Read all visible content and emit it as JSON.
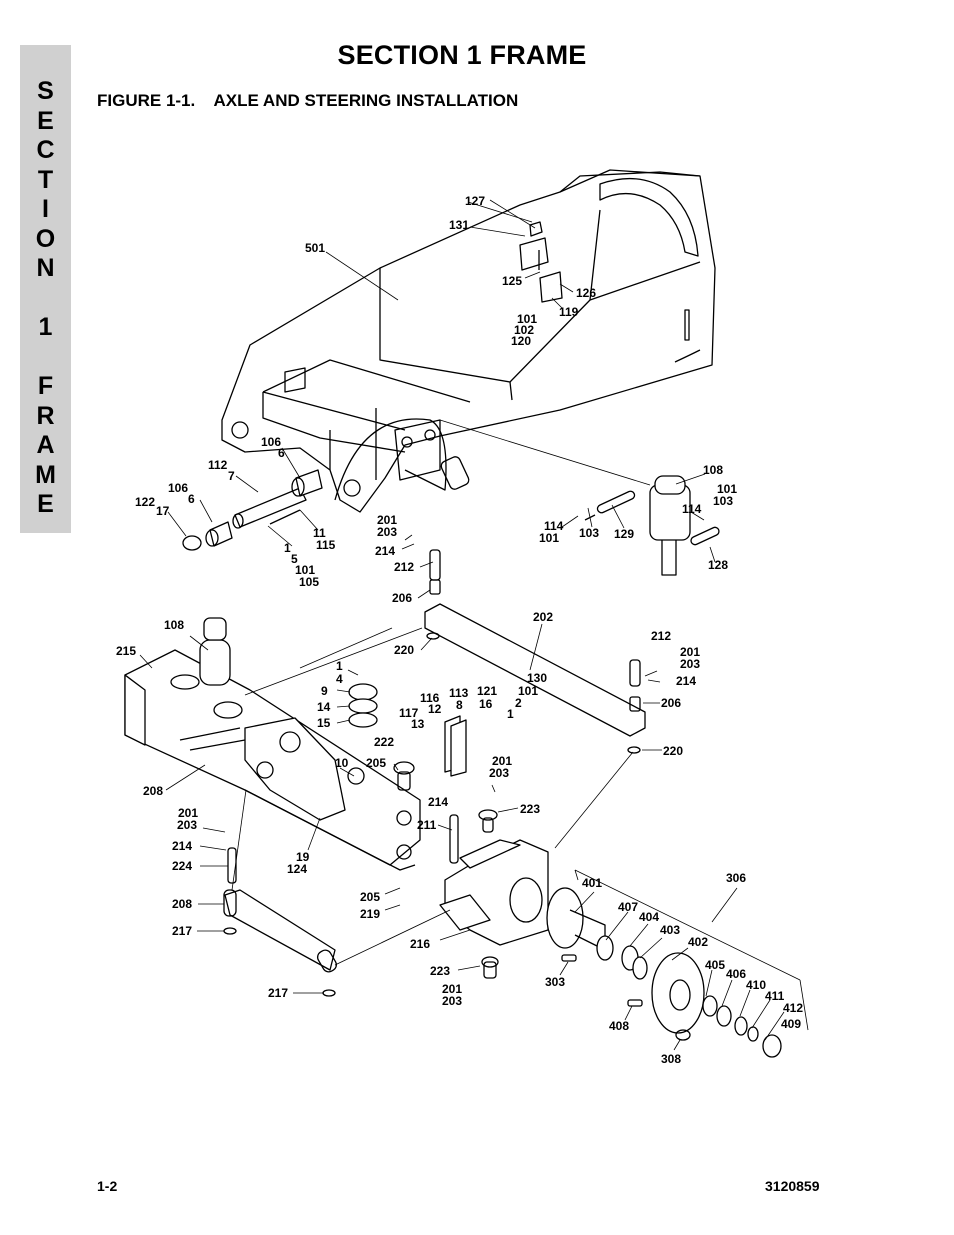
{
  "side_tab": {
    "letters": [
      "S",
      "E",
      "C",
      "T",
      "I",
      "O",
      "N",
      "",
      "1",
      "",
      "F",
      "R",
      "A",
      "M",
      "E"
    ]
  },
  "header": {
    "section_title": "SECTION 1  FRAME",
    "figure_title": "FIGURE 1-1.    AXLE AND STEERING INSTALLATION"
  },
  "callouts": [
    "127",
    "131",
    "501",
    "125",
    "126",
    "119",
    "101",
    "102",
    "120",
    "106",
    "6",
    "112",
    "7",
    "122",
    "17",
    "106",
    "6",
    "1",
    "5",
    "101",
    "105",
    "11",
    "115",
    "108",
    "101",
    "103",
    "114",
    "101",
    "103",
    "114",
    "129",
    "128",
    "201",
    "203",
    "214",
    "212",
    "206",
    "202",
    "220",
    "108",
    "215",
    "1",
    "4",
    "9",
    "14",
    "15",
    "116",
    "12",
    "113",
    "8",
    "121",
    "16",
    "117",
    "13",
    "130",
    "101",
    "2",
    "1",
    "212",
    "201",
    "203",
    "214",
    "206",
    "220",
    "222",
    "205",
    "10",
    "201",
    "203",
    "214",
    "223",
    "211",
    "208",
    "201",
    "203",
    "214",
    "224",
    "19",
    "124",
    "205",
    "219",
    "306",
    "401",
    "407",
    "404",
    "403",
    "402",
    "405",
    "406",
    "410",
    "411",
    "412",
    "409",
    "208",
    "217",
    "216",
    "223",
    "201",
    "203",
    "303",
    "408",
    "308",
    "217"
  ],
  "footer": {
    "page_number": "1-2",
    "doc_number": "3120859"
  }
}
